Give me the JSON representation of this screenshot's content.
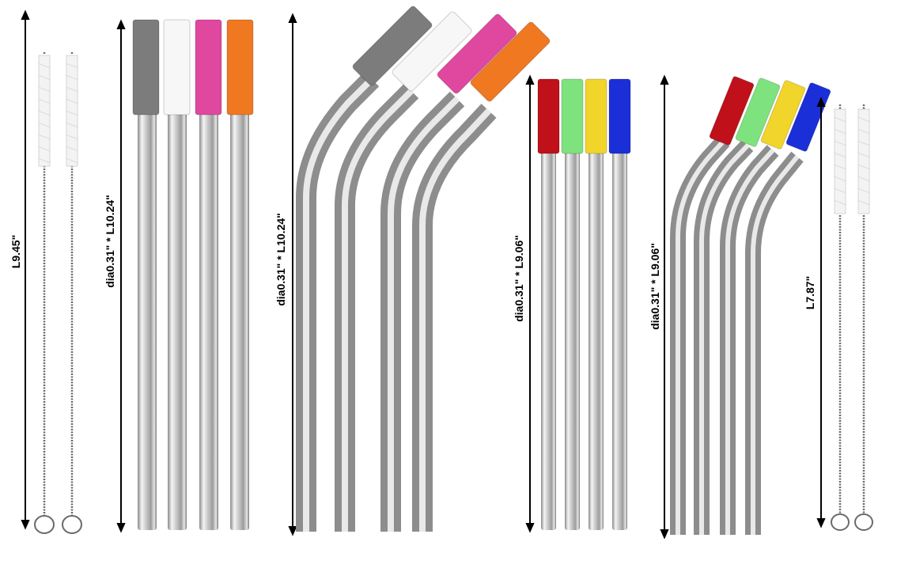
{
  "product_groups": [
    {
      "id": "brushes-left",
      "dimension_label": "L9.45\"",
      "item_count": 2
    },
    {
      "id": "straight-long",
      "dimension_label": "dia0.31\" * L10.24\"",
      "tip_colors": [
        "#7c7c7c",
        "#f7f7f7",
        "#e0479f",
        "#f07820"
      ]
    },
    {
      "id": "bent-long",
      "dimension_label": "dia0.31\" * L10.24\"",
      "tip_colors": [
        "#7c7c7c",
        "#f7f7f7",
        "#e0479f",
        "#f07820"
      ]
    },
    {
      "id": "straight-short",
      "dimension_label": "dia0.31\" * L9.06\"",
      "tip_colors": [
        "#c0101a",
        "#7ee37e",
        "#f2d52a",
        "#1b2fd8"
      ]
    },
    {
      "id": "bent-short",
      "dimension_label": "dia0.31\" * L9.06\"",
      "tip_colors": [
        "#c0101a",
        "#7ee37e",
        "#f2d52a",
        "#1b2fd8"
      ]
    },
    {
      "id": "brushes-right",
      "dimension_label": "L7.87\"",
      "item_count": 2
    }
  ],
  "colors": {
    "arrow": "#000000",
    "steel_light": "#f2f2f2",
    "steel_mid": "#b9b9b9",
    "steel_dark": "#6e6e6e"
  }
}
